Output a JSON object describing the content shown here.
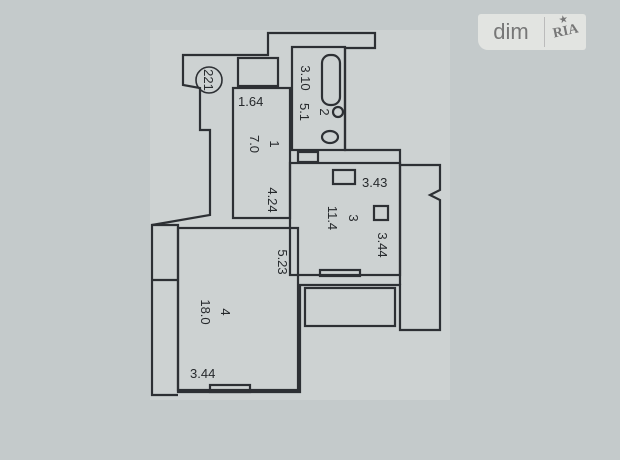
{
  "watermark": {
    "brand_left": "dim",
    "brand_right": "RIA"
  },
  "plan": {
    "apartment_number": "221",
    "rooms": [
      {
        "number": "1",
        "area": "7.0",
        "dims": [
          "1.64",
          "4.24"
        ]
      },
      {
        "number": "2",
        "area": "5.1",
        "dims": [
          "3.10"
        ]
      },
      {
        "number": "3",
        "area": "11.4",
        "dims": [
          "3.43",
          "3.44"
        ]
      },
      {
        "number": "4",
        "area": "18.0",
        "dims": [
          "5.23",
          "3.44"
        ]
      }
    ]
  }
}
